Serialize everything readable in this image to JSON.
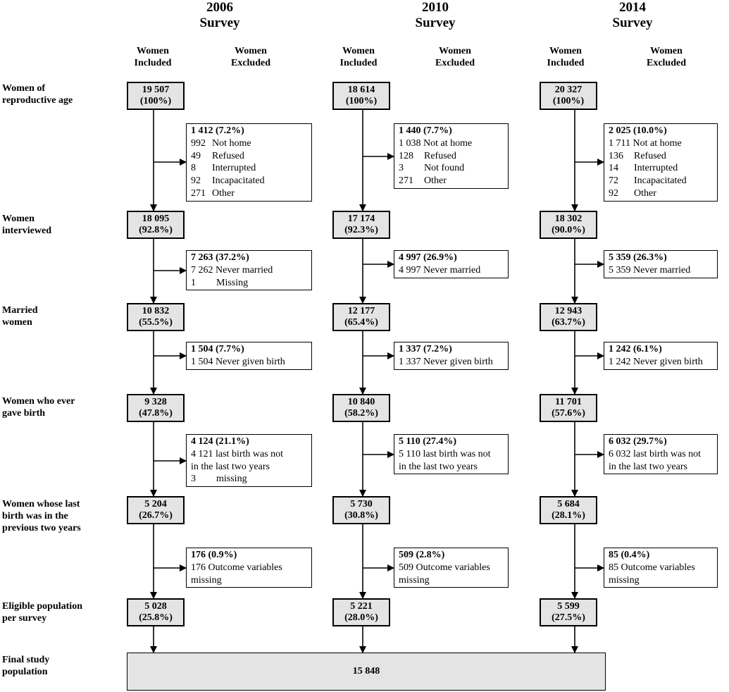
{
  "surveys": [
    {
      "year": "2006",
      "word": "Survey"
    },
    {
      "year": "2010",
      "word": "Survey"
    },
    {
      "year": "2014",
      "word": "Survey"
    }
  ],
  "col_headers": {
    "included": [
      "Women",
      "Included"
    ],
    "excluded": [
      "Women",
      "Excluded"
    ]
  },
  "row_labels": [
    [
      "Women of",
      "reproductive age"
    ],
    [
      "Women",
      "interviewed"
    ],
    [
      "Married",
      "women"
    ],
    [
      "Women who ever",
      "gave birth"
    ],
    [
      "Women whose last",
      "birth was in the",
      "previous two years"
    ],
    [
      "Eligible population",
      "per survey"
    ],
    [
      "Final study",
      "population"
    ]
  ],
  "included": [
    [
      [
        "19 507",
        "(100%)"
      ],
      [
        "18 095",
        "(92.8%)"
      ],
      [
        "10 832",
        "(55.5%)"
      ],
      [
        "9 328",
        "(47.8%)"
      ],
      [
        "5 204",
        "(26.7%)"
      ],
      [
        "5 028",
        "(25.8%)"
      ]
    ],
    [
      [
        "18 614",
        "(100%)"
      ],
      [
        "17 174",
        "(92.3%)"
      ],
      [
        "12 177",
        "(65.4%)"
      ],
      [
        "10 840",
        "(58.2%)"
      ],
      [
        "5 730",
        "(30.8%)"
      ],
      [
        "5 221",
        "(28.0%)"
      ]
    ],
    [
      [
        "20 327",
        "(100%)"
      ],
      [
        "18 302",
        "(90.0%)"
      ],
      [
        "12 943",
        "(63.7%)"
      ],
      [
        "11 701",
        "(57.6%)"
      ],
      [
        "5 684",
        "(28.1%)"
      ],
      [
        "5 599",
        "(27.5%)"
      ]
    ]
  ],
  "excluded": [
    [
      {
        "head": "1 412 (7.2%)",
        "lines": [
          [
            "992",
            "Not home"
          ],
          [
            "49",
            "Refused"
          ],
          [
            "8",
            "Interrupted"
          ],
          [
            "92",
            "Incapacitated"
          ],
          [
            "271",
            "Other"
          ]
        ]
      },
      {
        "head": "7 263 (37.2%)",
        "lines": [
          [
            "7 262",
            "Never married"
          ],
          [
            "1",
            "Missing"
          ]
        ]
      },
      {
        "head": "1 504 (7.7%)",
        "lines": [
          [
            "1 504",
            "Never given birth"
          ]
        ]
      },
      {
        "head": "4 124 (21.1%)",
        "lines": [
          [
            "4 121",
            "last birth was not"
          ],
          [
            "",
            "in the last two years"
          ],
          [
            "3",
            "missing"
          ]
        ]
      },
      {
        "head": "176 (0.9%)",
        "lines": [
          [
            "176",
            "Outcome variables"
          ],
          [
            "",
            "missing"
          ]
        ]
      }
    ],
    [
      {
        "head": "1 440 (7.7%)",
        "lines": [
          [
            "1 038",
            "Not at home"
          ],
          [
            "128",
            "Refused"
          ],
          [
            "3",
            "Not found"
          ],
          [
            "271",
            "Other"
          ]
        ]
      },
      {
        "head": "4 997 (26.9%)",
        "lines": [
          [
            "4 997",
            "Never married"
          ]
        ]
      },
      {
        "head": "1 337 (7.2%)",
        "lines": [
          [
            "1 337",
            "Never given birth"
          ]
        ]
      },
      {
        "head": "5 110 (27.4%)",
        "lines": [
          [
            "5 110",
            "last birth was not"
          ],
          [
            "",
            "in the last two years"
          ]
        ]
      },
      {
        "head": "509 (2.8%)",
        "lines": [
          [
            "509",
            "Outcome variables"
          ],
          [
            "",
            "missing"
          ]
        ]
      }
    ],
    [
      {
        "head": "2 025 (10.0%)",
        "lines": [
          [
            "1 711",
            "Not at home"
          ],
          [
            "136",
            "Refused"
          ],
          [
            "14",
            "Interrupted"
          ],
          [
            "72",
            "Incapacitated"
          ],
          [
            "92",
            "Other"
          ]
        ]
      },
      {
        "head": "5 359 (26.3%)",
        "lines": [
          [
            "5 359",
            "Never married"
          ]
        ]
      },
      {
        "head": "1 242 (6.1%)",
        "lines": [
          [
            "1 242",
            "Never given birth"
          ]
        ]
      },
      {
        "head": "6 032 (29.7%)",
        "lines": [
          [
            "6 032",
            "last birth was not"
          ],
          [
            "",
            "in the last two years"
          ]
        ]
      },
      {
        "head": "85 (0.4%)",
        "lines": [
          [
            "85",
            "Outcome variables"
          ],
          [
            "",
            "missing"
          ]
        ]
      }
    ]
  ],
  "final_total": "15 848"
}
